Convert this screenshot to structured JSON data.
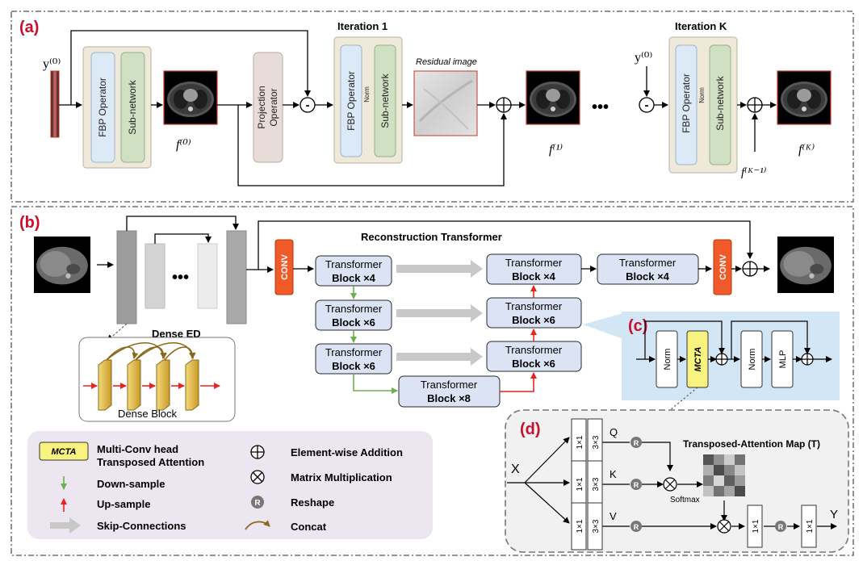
{
  "panel_a": {
    "label": "(a)",
    "iteration_1": "Iteration 1",
    "iteration_k": "Iteration K",
    "residual_image": "Residual image",
    "fbp_operator": "FBP Operator",
    "sub_network": "Sub-network",
    "projection_operator_line1": "Projection",
    "projection_operator_line2": "Operator",
    "norm": "Norm",
    "minus": "-",
    "y0": "y⁽⁰⁾",
    "f0": "f⁽⁰⁾",
    "f1": "f⁽¹⁾",
    "fk": "f⁽ᴷ⁾",
    "fk1": "f⁽ᴷ⁻¹⁾",
    "ellipsis": "•••"
  },
  "panel_b": {
    "label": "(b)",
    "title": "Reconstruction Transformer",
    "dense_ed": "Dense ED",
    "dense_block": "Dense Block",
    "conv": "CONV",
    "ellipsis": "•••",
    "transformer": "Transformer",
    "block_x4": "Block ×4",
    "block_x6": "Block ×6",
    "block_x8": "Block ×8"
  },
  "panel_c": {
    "label": "(c)",
    "norm": "Norm",
    "mcta": "MCTA",
    "mlp": "MLP"
  },
  "panel_d": {
    "label": "(d)",
    "conv1": "1×1",
    "conv3": "3×3",
    "q": "Q",
    "k": "K",
    "v": "V",
    "x": "X",
    "y": "Y",
    "r": "R",
    "attention_map": "Transposed-Attention Map (T)",
    "softmax": "Softmax",
    "heatmap": [
      [
        0.85,
        0.55,
        0.25,
        0.7
      ],
      [
        0.4,
        0.9,
        0.6,
        0.3
      ],
      [
        0.65,
        0.2,
        0.8,
        0.5
      ],
      [
        0.3,
        0.7,
        0.45,
        0.9
      ]
    ]
  },
  "legend": {
    "mcta_tag": "MCTA",
    "mcta_line1": "Multi-Conv head",
    "mcta_line2": "Transposed Attention",
    "down": "Down-sample",
    "up": "Up-sample",
    "skip": "Skip-Connections",
    "add_symbol": "⊕",
    "add": "Element-wise Addition",
    "mul_symbol": "⊗",
    "mul": "Matrix Multiplication",
    "reshape_symbol": "R",
    "reshape": "Reshape",
    "concat": "Concat"
  },
  "colors": {
    "fbp": "#dce9f7",
    "subnet": "#cfe0c3",
    "outer": "#efe9da",
    "projection": "#e8dcd9",
    "transformer": "#dbe3f4",
    "conv": "#f05a28",
    "panel_c_bg": "#d3e6f5",
    "mcta": "#f8f27e",
    "legend_bg": "#ece6f1",
    "panel_d_bg": "#f1f1f1",
    "red": "#e8251c",
    "green": "#6ab04c",
    "gold": "#e7c45a"
  }
}
